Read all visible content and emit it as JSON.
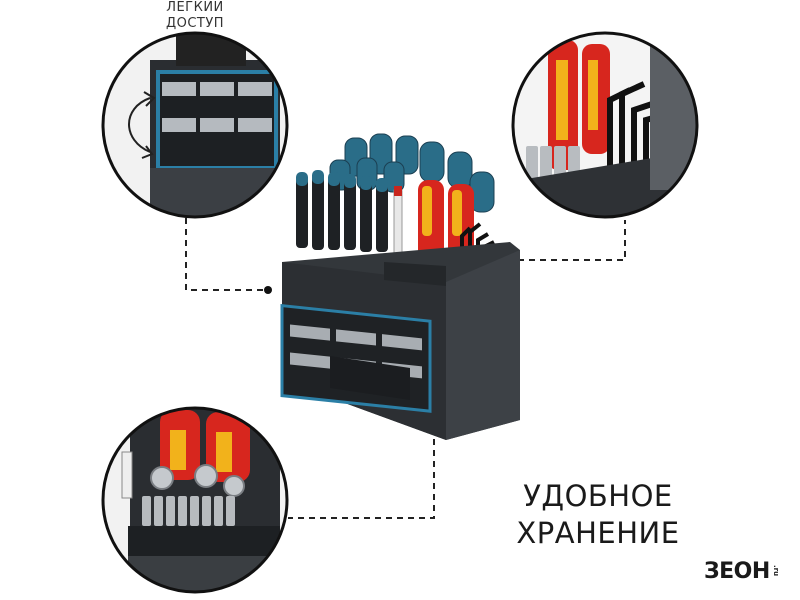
{
  "callout_top": {
    "line1": "ЛЕГКИЙ",
    "line2": "ДОСТУП"
  },
  "headline": {
    "line1": "УДОБНОЕ",
    "line2": "ХРАНЕНИЕ"
  },
  "logo": {
    "text": "ЗЕОН",
    "tld": ".ru"
  },
  "colors": {
    "rack": "#2c2f33",
    "accent_blue": "#2b7fa6",
    "handle_red": "#d7261e",
    "handle_yellow": "#f2b21b"
  }
}
